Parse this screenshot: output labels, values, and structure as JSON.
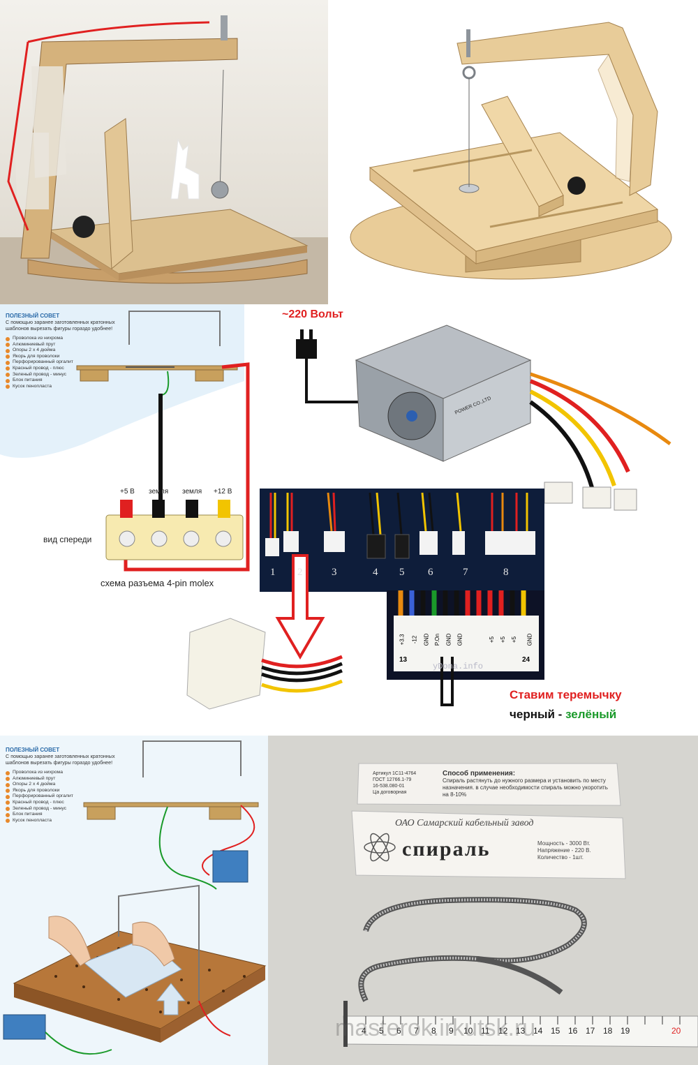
{
  "tip": {
    "title": "ПОЛЕЗНЫЙ СОВЕТ",
    "text": "С помощью заранее заготовленных кратонных шаблонов вырезать фигуры гораздо удобнее!",
    "legend": [
      "Проволока из нихрома",
      "Алюминиевый прут",
      "Опоры 2 х 4 дюйма",
      "Якорь для проволоки",
      "Перфорированный оргалит",
      "Красный провод - плюс",
      "Зеленый провод - минус",
      "Блок питания",
      "Кусок пенопласта"
    ]
  },
  "power_label": "~220 Вольт",
  "psu_brand": "POWER CO.,LTD",
  "molex": {
    "pins": [
      "+5 В",
      "земля",
      "земля",
      "+12 В"
    ],
    "front_view": "вид спереди",
    "caption": "схема разъема 4-pin molex"
  },
  "connector_numbers": [
    "1",
    "2",
    "3",
    "4",
    "5",
    "6",
    "7",
    "8"
  ],
  "atx_pins": [
    "+3.3",
    "-12",
    "GND",
    "P.On",
    "GND",
    "GND",
    "+5",
    "+5",
    "+5",
    "GND"
  ],
  "atx_pin_numbers": [
    "13",
    "24"
  ],
  "atx_watermark": "yDona.info",
  "jumper": {
    "line1": "Ставим теремычку",
    "line2_black": "черный",
    "line2_dash": " - ",
    "line2_green": "зелёный"
  },
  "packet": {
    "article": "Артикул 1С11-4764",
    "gost": "ГОСТ 12766.1-79",
    "code": "16-538.080-01",
    "price": "Ца договорная",
    "usage_title": "Способ применения:",
    "usage_text": "Спираль растянуть до нужного размера и установить по месту назначения. в случае необходимости спираль можно укоротить на 8-10%",
    "maker": "ОАО Самарский кабельный завод",
    "name": "спираль",
    "specs": [
      "Мощность - 3000 Вт.",
      "Напряжение - 220 В.",
      "Количество - 1шт."
    ]
  },
  "ruler_numbers": [
    "4",
    "5",
    "6",
    "7",
    "8",
    "9",
    "10",
    "11",
    "12",
    "13",
    "14",
    "15",
    "16",
    "17",
    "18",
    "19",
    "20"
  ],
  "watermark": "masterok.irkutsk.ru",
  "colors": {
    "plywood": "#d9b98a",
    "red_wire": "#e02020",
    "black_wire": "#111111",
    "green_wire": "#1a9a2a",
    "yellow_wire": "#f2c400",
    "title_red": "#e02020",
    "title_green": "#1a9a2a"
  }
}
